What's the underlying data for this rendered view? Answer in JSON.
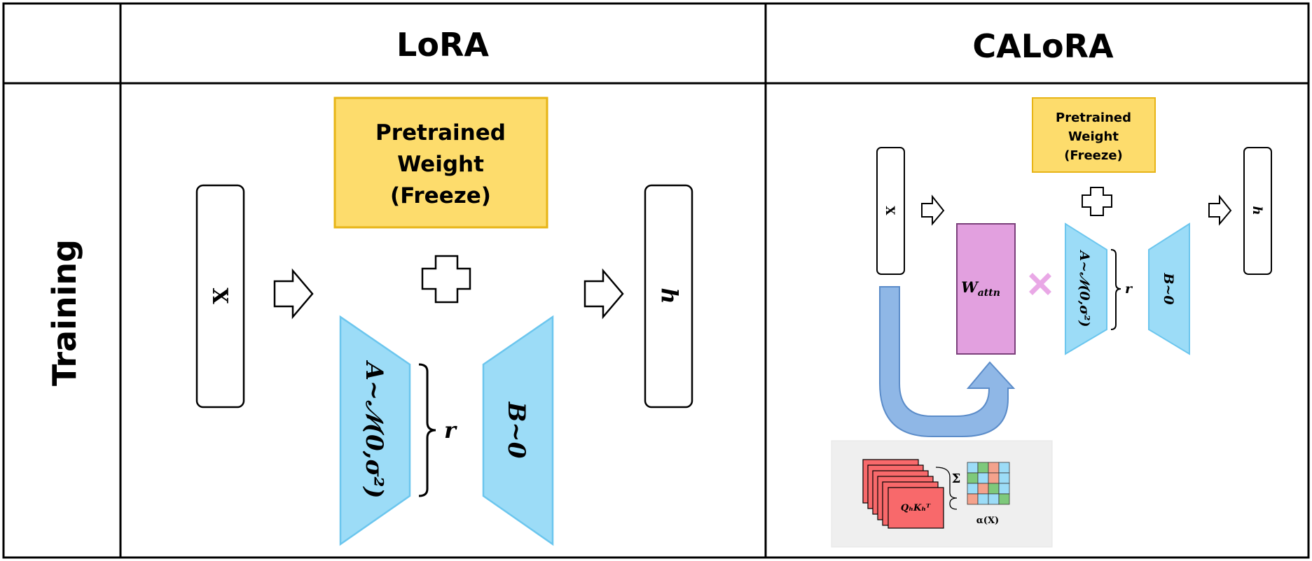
{
  "table": {
    "col_headers": [
      "LoRA",
      "CALoRA"
    ],
    "row_label": "Training"
  },
  "lora": {
    "pretrained": [
      "Pretrained",
      "Weight",
      "(Freeze)"
    ],
    "input_label": "X",
    "output_label": "h",
    "a_label": "A~𝒩(0,σ²)",
    "b_label": "B~0",
    "rank_label": "r"
  },
  "calora": {
    "pretrained": [
      "Pretrained",
      "Weight",
      "(Freeze)"
    ],
    "input_label": "X",
    "output_label": "h",
    "a_label": "A~𝒩(0,σ²)",
    "b_label": "B~0",
    "rank_label": "r",
    "w_attn_base": "W",
    "w_attn_sub": "attn",
    "qk_label": "QₕKₕᵀ",
    "sum_label": "Σ",
    "alpha_label": "α(X)"
  },
  "colors": {
    "pretrained_fill": "#fddc6c",
    "pretrained_stroke": "#e7b416",
    "adapter_fill": "#9cdcf7",
    "adapter_stroke": "#6cc6ee",
    "w_attn_fill": "#e2a0df",
    "cross_color": "#e9a8e6",
    "qk_fill": "#f8696b",
    "curve_arrow_fill": "#8fb7e6",
    "inset_bg": "#efefef"
  }
}
